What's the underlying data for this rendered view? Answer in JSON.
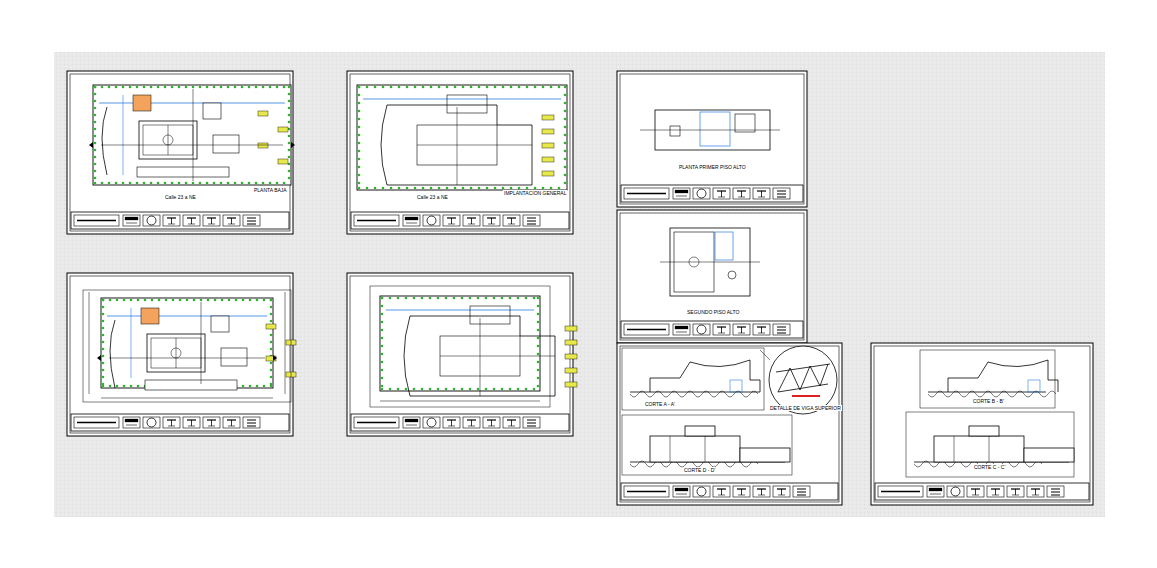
{
  "diagram": {
    "labels": [
      "Calle 23 a NE",
      "PLANTA BAJA",
      "Calle 23 a NE",
      "IMPLANTACION GENERAL",
      "PLANTA PRIMER PISO ALTO",
      "SEGUNDO PISO ALTO",
      "CORTE A - A'",
      "DETALLE DE VIGA SUPERIOR",
      "CORTE D - D'",
      "CORTE B - B'",
      "CORTE C - C'"
    ]
  }
}
